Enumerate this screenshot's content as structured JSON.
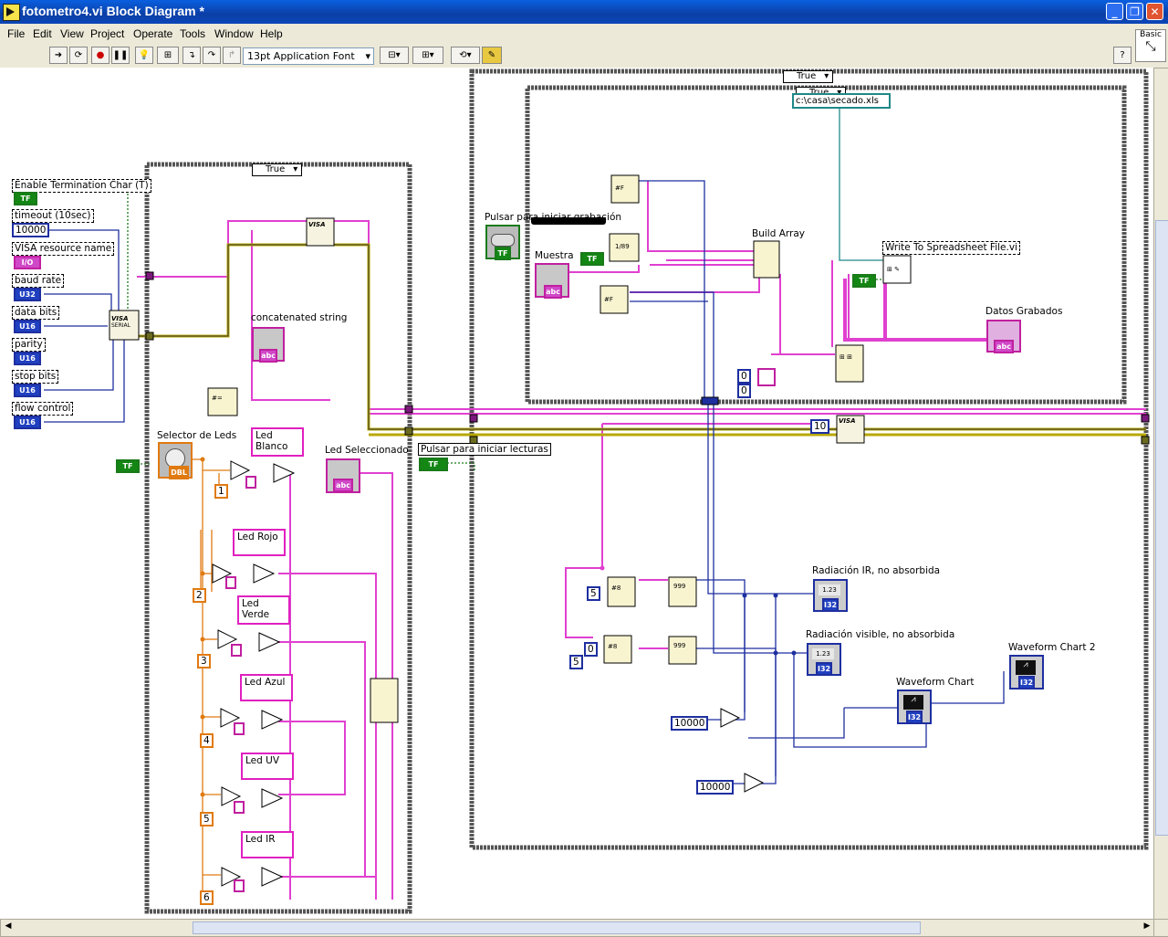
{
  "window": {
    "title": "fotometro4.vi Block Diagram *",
    "minimize": "_",
    "maximize": "❐",
    "close": "✕"
  },
  "menubar": [
    "File",
    "Edit",
    "View",
    "Project",
    "Operate",
    "Tools",
    "Window",
    "Help"
  ],
  "toolbar": {
    "font": "13pt Application Font",
    "palette": "Basic"
  },
  "diagram": {
    "left_case_selector": "True",
    "right_case_selector": "True",
    "inner_case_selector": "True",
    "file_path": "c:\\casa\\secado.xls",
    "controls": {
      "enable_termination": "Enable Termination Char (T)",
      "timeout": "timeout (10sec)",
      "timeout_value": "10000",
      "visa_resource": "VISA resource name",
      "baud_rate": "baud rate",
      "data_bits": "data bits",
      "parity": "parity",
      "stop_bits": "stop bits",
      "flow_control": "flow control"
    },
    "terminal_types": {
      "tf": "TF",
      "io": "I/O",
      "u32": "U32",
      "u16": "U16",
      "abc": "abc",
      "dbl": "DBL",
      "i32": "I32"
    },
    "nodes": {
      "visa_serial": "VISA",
      "serial": "SERIAL",
      "visa_write": "VISA",
      "visa_read": "VISA",
      "concat": "concatenated string",
      "selector": "Selector de Leds",
      "led_sel": "Led Seleccionado",
      "build_array": "Build Array",
      "write_spreadsheet": "Write To Spreadsheet File.vi",
      "datos_grabados": "Datos Grabados",
      "start_record": "Pulsar para iniciar grabación",
      "start_read": "Pulsar para iniciar lecturas",
      "muestra": "Muestra",
      "ir": "Radiación IR, no absorbida",
      "visible": "Radiación visible, no absorbida",
      "waveform": "Waveform Chart",
      "waveform2": "Waveform Chart 2"
    },
    "led_labels": [
      "Led Blanco",
      "Led Rojo",
      "Led Verde",
      "Led Azul",
      "Led UV",
      "Led IR"
    ],
    "led_numbers": [
      "1",
      "2",
      "3",
      "4",
      "5",
      "6"
    ],
    "constants": {
      "c10": "10",
      "c5a": "5",
      "c0": "0",
      "c5b": "5",
      "c10000a": "10000",
      "c10000b": "10000",
      "zero1": "0",
      "zero2": "0"
    }
  }
}
